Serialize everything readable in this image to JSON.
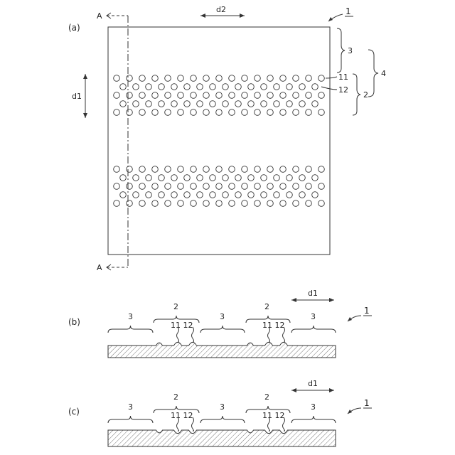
{
  "panels": {
    "a": {
      "tag": "(a)"
    },
    "b": {
      "tag": "(b)"
    },
    "c": {
      "tag": "(c)"
    }
  },
  "labels": {
    "ref_1": "1",
    "sec_a": "A",
    "d1": "d1",
    "d2": "d2",
    "r2": "2",
    "r3": "3",
    "r4": "4",
    "r11": "11",
    "r12": "12",
    "r1112": "11 12"
  },
  "colors": {
    "line": "#333333",
    "text": "#222222"
  }
}
